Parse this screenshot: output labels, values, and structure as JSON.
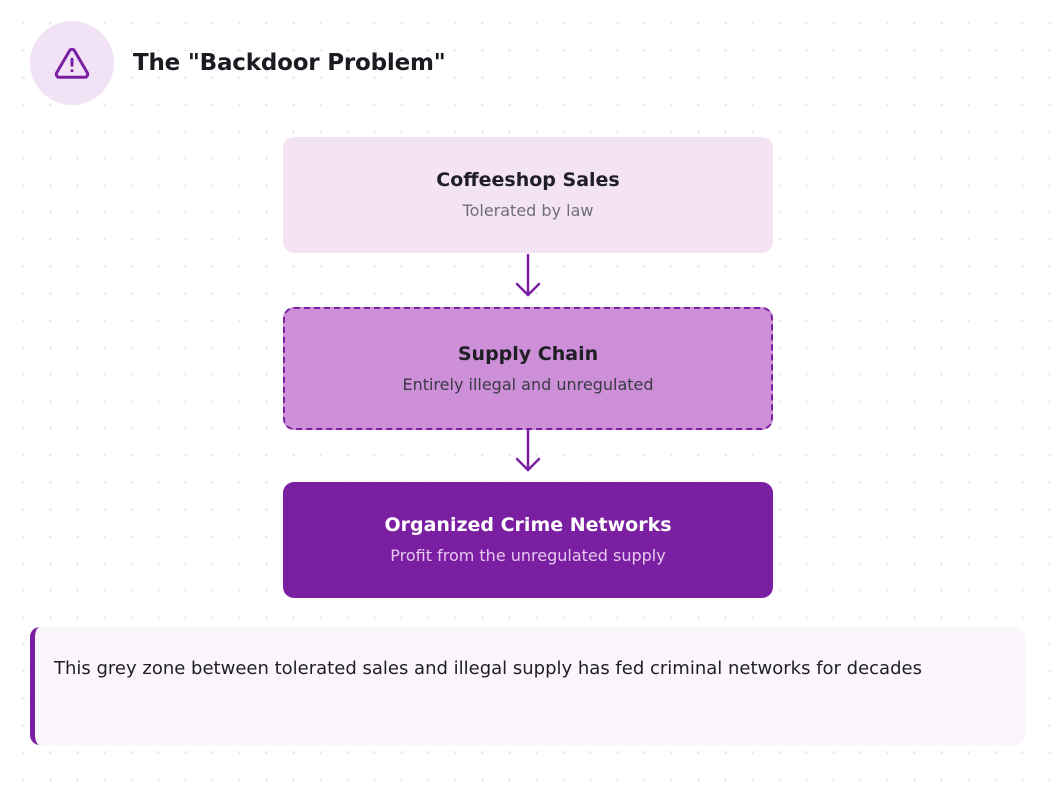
{
  "header": {
    "icon": "warning-triangle-icon",
    "title": "The \"Backdoor Problem\""
  },
  "flow": {
    "steps": [
      {
        "title": "Coffeeshop Sales",
        "subtitle": "Tolerated by law"
      },
      {
        "title": "Supply Chain",
        "subtitle": "Entirely illegal and unregulated"
      },
      {
        "title": "Organized Crime Networks",
        "subtitle": "Profit from the unregulated supply"
      }
    ],
    "connector_icon": "arrow-down-icon"
  },
  "callout": {
    "text": "This grey zone between tolerated sales and illegal supply has fed criminal networks for decades"
  },
  "colors": {
    "accent": "#7b1fa2",
    "light_fill": "#f3e3f5",
    "medium_fill": "#ce8fd9",
    "callout_bg": "#fbf5fc"
  }
}
